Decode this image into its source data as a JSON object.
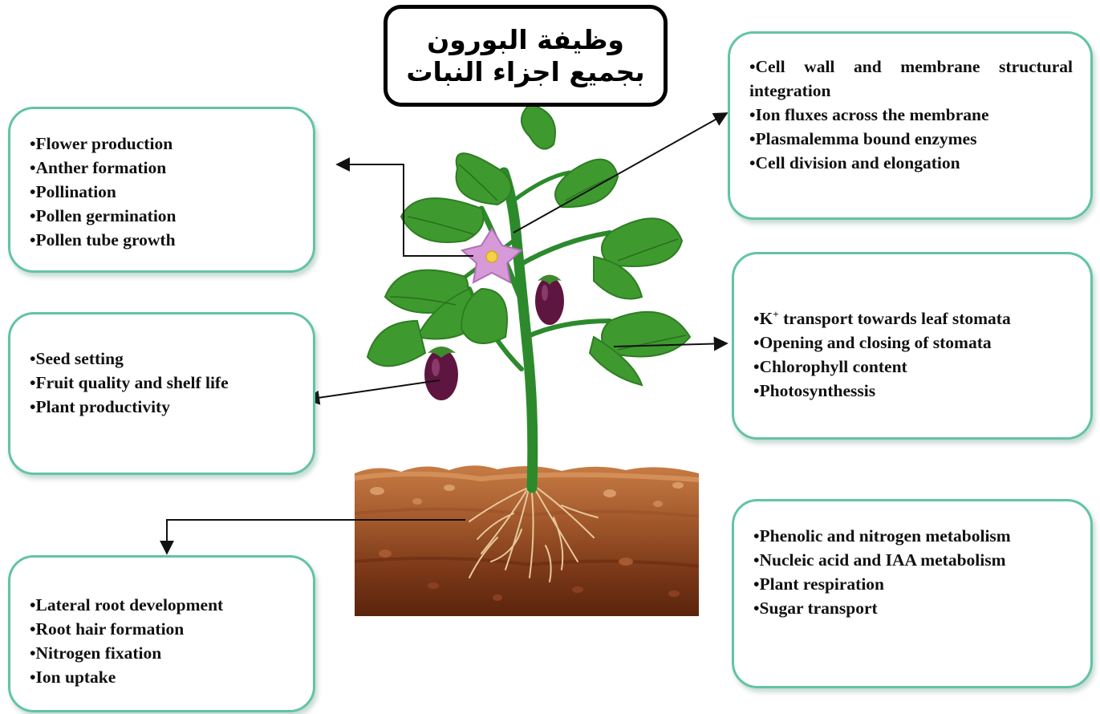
{
  "title": "وظيفة البورون بجميع اجزاء النبات",
  "boxes": {
    "flower": [
      "Flower production",
      "Anther formation",
      "Pollination",
      "Pollen germination",
      "Pollen tube growth"
    ],
    "fruit": [
      "Seed setting",
      "Fruit quality and shelf life",
      "Plant productivity"
    ],
    "root": [
      "Lateral root development",
      "Root hair formation",
      "Nitrogen fixation",
      "Ion uptake"
    ],
    "cell": [
      "Cell wall and membrane structural integration",
      "Ion fluxes across the membrane",
      "Plasmalemma bound enzymes",
      "Cell division and elongation"
    ],
    "leaf": {
      "k_prefix": "K",
      "k_sup": "+",
      "k_rest": " transport towards leaf stomata",
      "items": [
        "Opening and closing of stomata",
        "Chlorophyll content",
        "Photosynthessis"
      ]
    },
    "metabolism": [
      "Phenolic and nitrogen metabolism",
      "Nucleic acid and IAA metabolism",
      "Plant respiration",
      "Sugar transport"
    ]
  },
  "colors": {
    "box_border": "#63c3a6",
    "leaf": "#3e9a2e",
    "stem": "#2c8a2c",
    "flower": "#d79ad8",
    "eggplant": "#5e1540",
    "soil_dark": "#6b2e12",
    "soil_light": "#b0683a"
  }
}
